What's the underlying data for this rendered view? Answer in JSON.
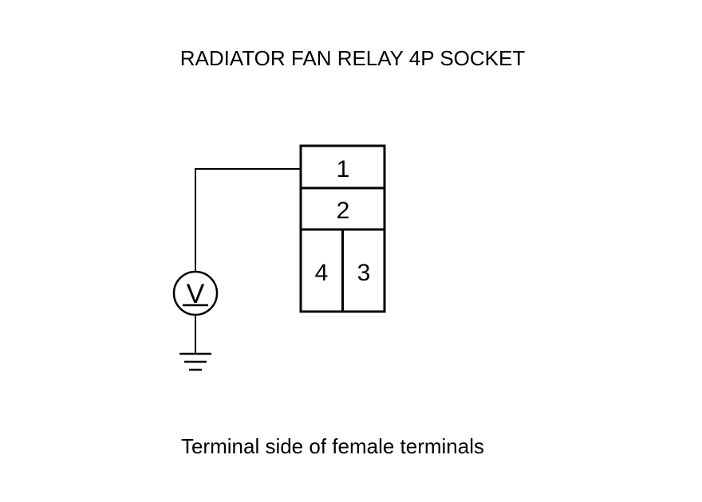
{
  "title": "RADIATOR FAN RELAY 4P SOCKET",
  "caption": "Terminal side of female terminals",
  "connector": {
    "terminals": [
      "1",
      "2",
      "4",
      "3"
    ]
  },
  "meter": {
    "symbol": "V"
  },
  "colors": {
    "line": "#000000",
    "background": "#ffffff"
  },
  "icons": [
    "voltmeter-icon",
    "ground-icon"
  ]
}
